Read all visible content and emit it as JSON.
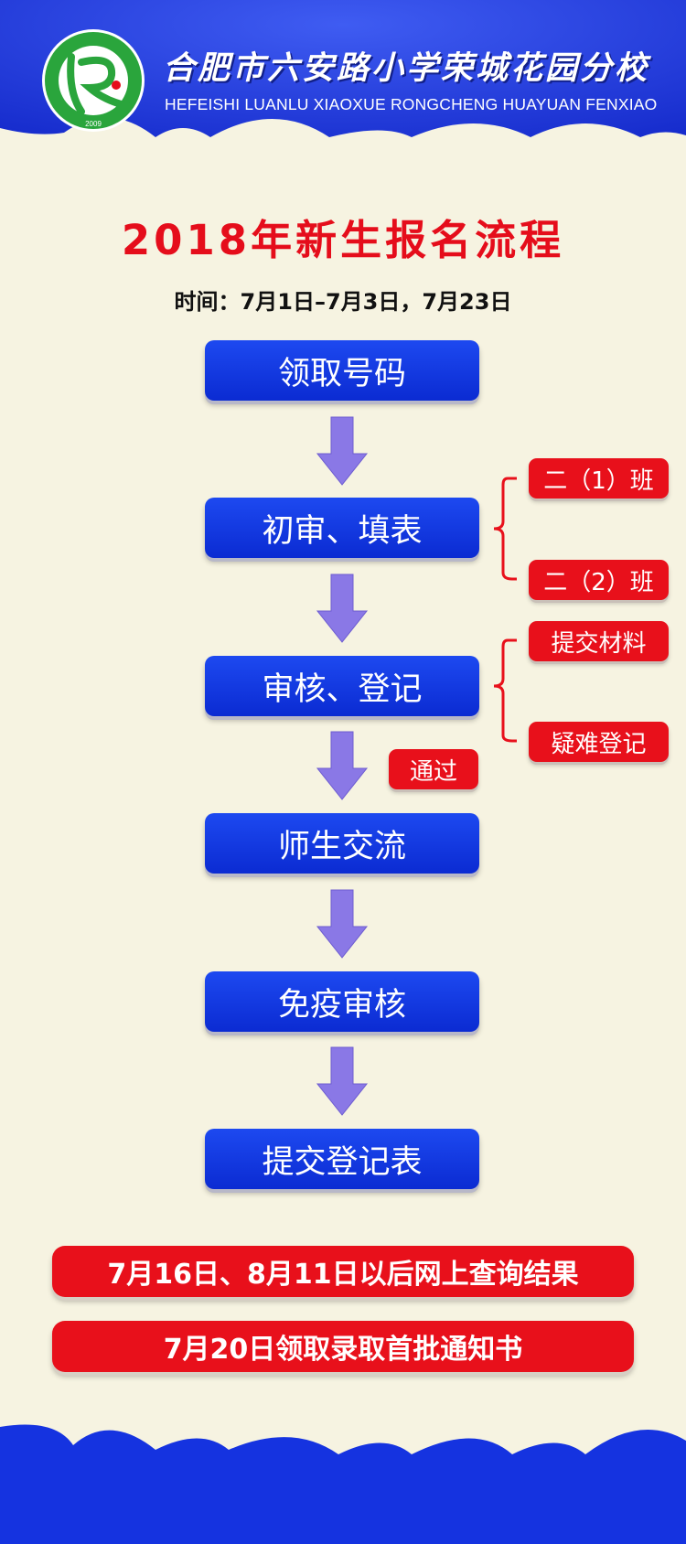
{
  "header": {
    "school_name": "合肥市六安路小学荣城花园分校",
    "school_pinyin": "HEFEISHI LUANLU XIAOXUE RONGCHENG HUAYUAN FENXIAO",
    "logo_letter": "R",
    "logo_year": "2009",
    "colors": {
      "header_blue": "#1533e0",
      "logo_green": "#2aa53c"
    }
  },
  "title": "2018年新生报名流程",
  "time_text": "时间：7月1日–7月3日，7月23日",
  "steps": [
    {
      "label": "领取号码"
    },
    {
      "label": "初审、填表"
    },
    {
      "label": "审核、登记"
    },
    {
      "label": "师生交流"
    },
    {
      "label": "免疫审核"
    },
    {
      "label": "提交登记表"
    }
  ],
  "branches": {
    "class_1": "二（1）班",
    "class_2": "二（2）班",
    "submit_materials": "提交材料",
    "difficult_registration": "疑难登记",
    "pass": "通过"
  },
  "notices": [
    "7月16日、8月11日以后网上查询结果",
    "7月20日领取录取首批通知书"
  ],
  "colors": {
    "step_blue": "#0f33dd",
    "alert_red": "#e8101b",
    "arrow_purple": "#8a78e6",
    "background": "#f6f3e1"
  }
}
